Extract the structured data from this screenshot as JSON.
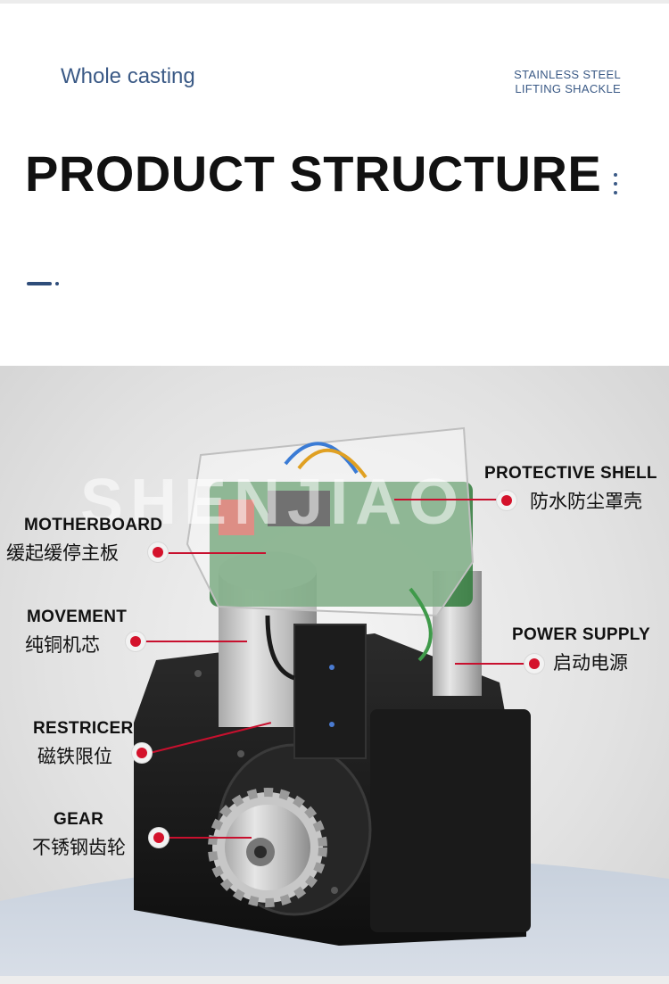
{
  "header": {
    "subtitle": "Whole casting",
    "badge_line1": "STAINLESS STEEL",
    "badge_line2": "LIFTING SHACKLE",
    "title": "PRODUCT STRUCTURE"
  },
  "watermark": "SHENJIAO",
  "labels": {
    "protective_shell": {
      "en": "PROTECTIVE SHELL",
      "cn": "防水防尘罩壳"
    },
    "motherboard": {
      "en": "MOTHERBOARD",
      "cn": "缓起缓停主板"
    },
    "movement": {
      "en": "MOVEMENT",
      "cn": "纯铜机芯"
    },
    "power_supply": {
      "en": "POWER SUPPLY",
      "cn": "启动电源"
    },
    "restricer": {
      "en": "RESTRICER",
      "cn": "磁铁限位"
    },
    "gear": {
      "en": "GEAR",
      "cn": "不锈钢齿轮"
    }
  },
  "colors": {
    "accent_blue": "#3b5a86",
    "marker_red": "#d4122b",
    "title_black": "#111111"
  },
  "icons": [
    "more-dots-icon",
    "label-marker-icon"
  ]
}
